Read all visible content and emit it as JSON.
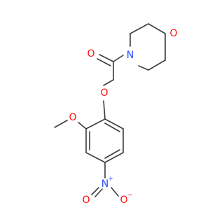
{
  "molecule": {
    "atoms": {
      "o_morpholine": "O",
      "n_morpholine": "N",
      "o_carbonyl": "O",
      "o_ether": "O",
      "o_methoxy": "O",
      "n_nitro": "N",
      "o_nitro_left": "O",
      "o_nitro_right": "O"
    },
    "charges": {
      "n_nitro": "+",
      "o_nitro_right": "−"
    },
    "colors": {
      "oxygen": "#ff0d0d",
      "nitrogen": "#3050f8",
      "bond": "#3d3d3d"
    }
  }
}
